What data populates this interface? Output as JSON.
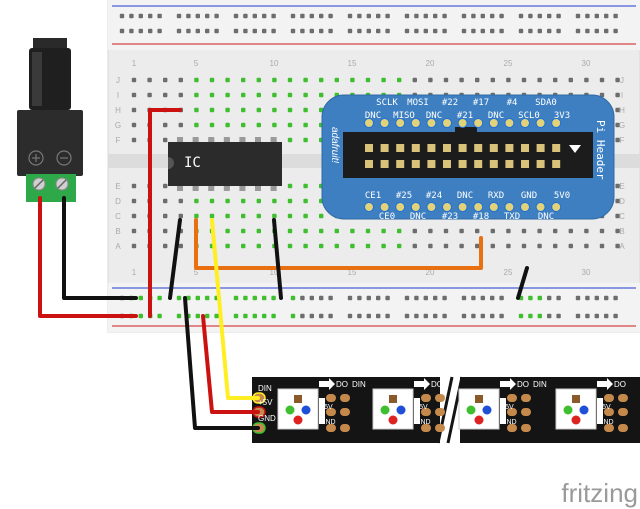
{
  "breadboard": {
    "row_letters": [
      "J",
      "I",
      "H",
      "G",
      "F",
      "E",
      "D",
      "C",
      "B",
      "A"
    ],
    "col_numbers": [
      "1",
      "5",
      "10",
      "15",
      "20",
      "25",
      "30"
    ]
  },
  "chip": {
    "label": "IC"
  },
  "pi_header": {
    "brand": "adafruit!",
    "title": "Pi Header",
    "top_labels_a": [
      "SCLK",
      "MOSI",
      "#22",
      "#17",
      "#4",
      "SDA0"
    ],
    "top_labels_b": [
      "DNC",
      "MISO",
      "DNC",
      "#21",
      "DNC",
      "SCL0",
      "3V3"
    ],
    "bottom_labels_a": [
      "CE1",
      "#25",
      "#24",
      "DNC",
      "RXD",
      "GND",
      "5V0"
    ],
    "bottom_labels_b": [
      "CE0",
      "DNC",
      "#23",
      "#18",
      "TXD",
      "DNC"
    ]
  },
  "led_strip": {
    "pad_labels": [
      "DIN",
      "+5V",
      "GND"
    ],
    "pixel_labels": [
      "DO",
      "+5V",
      "GND"
    ],
    "din_label": "DIN"
  },
  "watermark": "fritzing",
  "colors": {
    "breadboard": "#eeeeee",
    "hole_green": "#3fbf2f",
    "rail_blue": "#4a5fd6",
    "rail_red": "#d64545",
    "header_blue": "#3d7fc1",
    "wire_red": "#cc1111",
    "wire_black": "#111111",
    "wire_yellow": "#ffee22",
    "wire_orange": "#e87010"
  }
}
